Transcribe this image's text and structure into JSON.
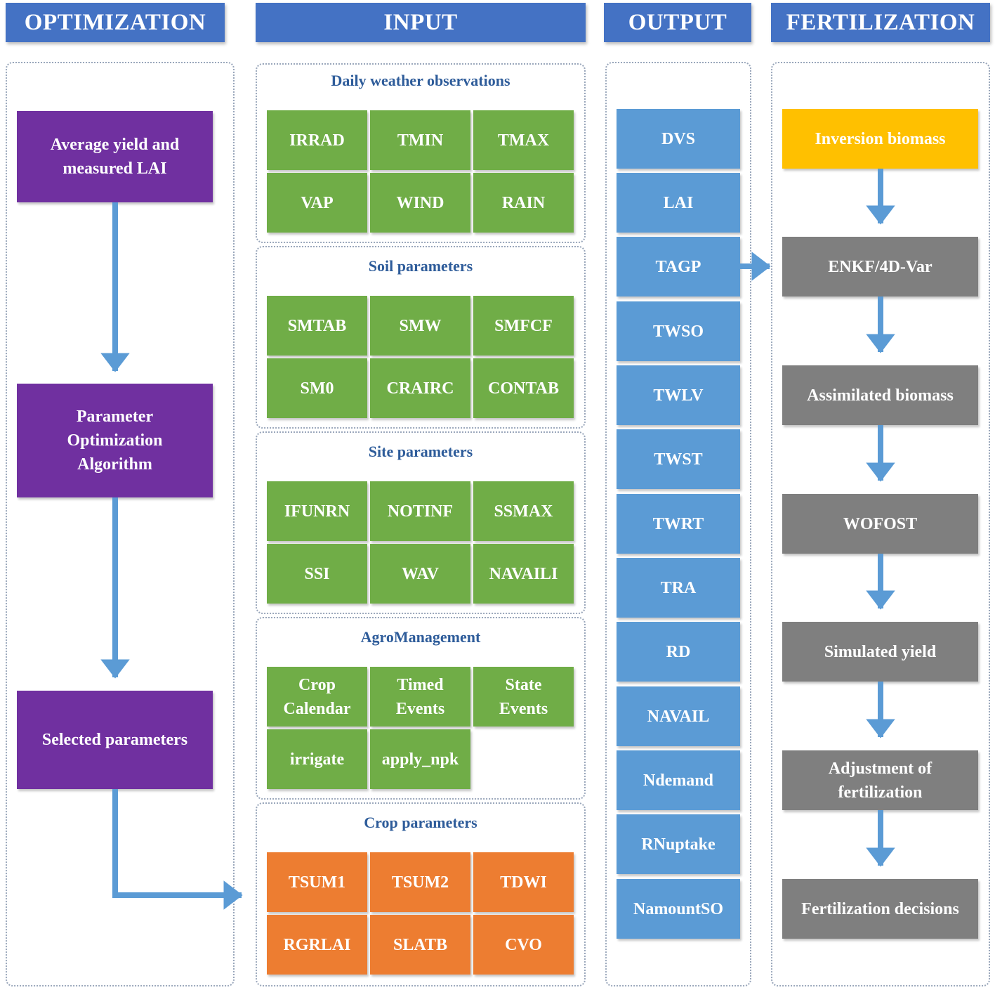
{
  "headers": {
    "optimization": "OPTIMIZATION",
    "input": "INPUT",
    "output": "OUTPUT",
    "fertilization": "FERTILIZATION"
  },
  "optimization": {
    "step1": "Average yield and\nmeasured LAI",
    "step2": "Parameter\nOptimization\nAlgorithm",
    "step3": "Selected parameters"
  },
  "input": {
    "weather": {
      "title": "Daily weather observations",
      "items": [
        "IRRAD",
        "TMIN",
        "TMAX",
        "VAP",
        "WIND",
        "RAIN"
      ]
    },
    "soil": {
      "title": "Soil parameters",
      "items": [
        "SMTAB",
        "SMW",
        "SMFCF",
        "SM0",
        "CRAIRC",
        "CONTAB"
      ]
    },
    "site": {
      "title": "Site parameters",
      "items": [
        "IFUNRN",
        "NOTINF",
        "SSMAX",
        "SSI",
        "WAV",
        "NAVAILI"
      ]
    },
    "agro": {
      "title": "AgroManagement",
      "items": [
        "Crop\nCalendar",
        "Timed\nEvents",
        "State\nEvents",
        "irrigate",
        "apply_npk"
      ]
    },
    "crop": {
      "title": "Crop parameters",
      "items": [
        "TSUM1",
        "TSUM2",
        "TDWI",
        "RGRLAI",
        "SLATB",
        "CVO"
      ]
    }
  },
  "output": {
    "items": [
      "DVS",
      "LAI",
      "TAGP",
      "TWSO",
      "TWLV",
      "TWST",
      "TWRT",
      "TRA",
      "RD",
      "NAVAIL",
      "Ndemand",
      "RNuptake",
      "NamountSO"
    ]
  },
  "fertilization": {
    "steps": [
      "Inversion biomass",
      "ENKF/4D-Var",
      "Assimilated biomass",
      "WOFOST",
      "Simulated yield",
      "Adjustment of\nfertilization",
      "Fertilization decisions"
    ]
  },
  "colors": {
    "header": "#4472c4",
    "purple": "#7030a0",
    "green": "#70ad47",
    "orange": "#ed7d31",
    "blue": "#5b9bd5",
    "gray": "#7f7f7f",
    "gold": "#ffc000",
    "arrow": "#5b9bd5"
  }
}
